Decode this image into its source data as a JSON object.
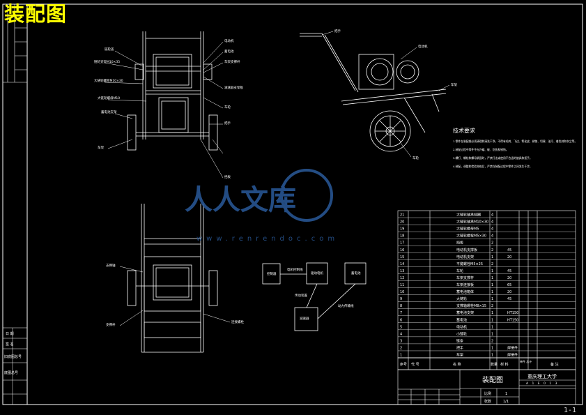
{
  "drawing_title": "装配图",
  "sheet_number": "1-1",
  "watermark": {
    "brand": "人人文库",
    "url": "www.renrendoc.com"
  },
  "technical_requirements": {
    "heading": "技术要求",
    "items": [
      "1.零件在装配前必须清理和清洗干净，不得有毛刺、飞边、氧化皮、锈蚀、切屑、油污、着色剂和灰尘等。",
      "2.装配过程中零件不允许磕、碰、划伤和锈蚀。",
      "3.螺钉、螺栓和螺母紧固时，严禁打击或使用不合适的旋具和扳手。",
      "4.装配，调整和检验合格后，严禁在装配过程中零件之间发生干涉。"
    ]
  },
  "block_diagram": {
    "boxes": [
      "控制器",
      "驱动电机",
      "蓄电池",
      "减速器"
    ],
    "links": [
      "电机控制线",
      "传动装置",
      "动力传输线"
    ]
  },
  "bom": {
    "rows": [
      {
        "no": "21",
        "name": "大链轮轴承挡圈",
        "qty": "4",
        "material": "",
        "note": ""
      },
      {
        "no": "20",
        "name": "大链轮轴承M10×30",
        "qty": "4",
        "material": "",
        "note": ""
      },
      {
        "no": "19",
        "name": "大链轮螺母M5",
        "qty": "4",
        "material": "",
        "note": ""
      },
      {
        "no": "18",
        "name": "大链轮螺栓M5×30",
        "qty": "4",
        "material": "",
        "note": ""
      },
      {
        "no": "17",
        "name": "挡板",
        "qty": "2",
        "material": "",
        "note": ""
      },
      {
        "no": "16",
        "name": "电动机支撑板",
        "qty": "2",
        "material": "45",
        "note": ""
      },
      {
        "no": "15",
        "name": "电动机支架",
        "qty": "1",
        "material": "20",
        "note": ""
      },
      {
        "no": "14",
        "name": "平键螺栓M5×25",
        "qty": "2",
        "material": "",
        "note": ""
      },
      {
        "no": "13",
        "name": "车轮",
        "qty": "1",
        "material": "45",
        "note": ""
      },
      {
        "no": "12",
        "name": "车架支撑杆",
        "qty": "1",
        "material": "20",
        "note": ""
      },
      {
        "no": "11",
        "name": "车架连接板",
        "qty": "1",
        "material": "65",
        "note": ""
      },
      {
        "no": "10",
        "name": "蓄电池箱体",
        "qty": "1",
        "material": "20",
        "note": ""
      },
      {
        "no": "9",
        "name": "大链轮",
        "qty": "1",
        "material": "45",
        "note": ""
      },
      {
        "no": "8",
        "name": "支撑轴螺栓M8×15",
        "qty": "2",
        "material": "",
        "note": ""
      },
      {
        "no": "7",
        "name": "蓄电池支架",
        "qty": "1",
        "material": "HT150",
        "note": ""
      },
      {
        "no": "6",
        "name": "蓄电池",
        "qty": "1",
        "material": "HT150",
        "note": ""
      },
      {
        "no": "5",
        "name": "电动机",
        "qty": "1",
        "material": "",
        "note": ""
      },
      {
        "no": "4",
        "name": "小链轮",
        "qty": "1",
        "material": "",
        "note": ""
      },
      {
        "no": "3",
        "name": "链条",
        "qty": "2",
        "material": "",
        "note": ""
      },
      {
        "no": "2",
        "name": "把手",
        "qty": "1",
        "material": "焊接件",
        "note": ""
      },
      {
        "no": "1",
        "name": "车架",
        "qty": "1",
        "material": "焊接件",
        "note": ""
      }
    ],
    "header": {
      "no": "序号",
      "code": "代  号",
      "name": "名  称",
      "qty": "数量",
      "material": "材  料",
      "weight": "单件 总计",
      "note": "备  注"
    }
  },
  "title_block": {
    "drawing_name": "装配图",
    "school": "重庆理工大学",
    "scale_label": "比例",
    "scale": "1",
    "sheet_label": "张数",
    "sheets": "1/1",
    "code_label": "A 1 E 0 1 3"
  },
  "left_strip_labels": [
    "日  期",
    "签  名",
    "旧底图总号",
    "底图总号"
  ],
  "callouts_top": [
    "链轮盖",
    "链轮支架M10×35",
    "大链轮螺栓M10×30",
    "大链轮螺母M10",
    "蓄电池支架",
    "车架",
    "电动机",
    "蓄电池",
    "车架支撑杆",
    "减速器支架板",
    "车轮",
    "把手",
    "挡板"
  ],
  "callouts_side": [
    "把手",
    "电动机",
    "车架",
    "车轮"
  ],
  "callouts_bottom": [
    "支撑轴",
    "支撑杆",
    "连接螺栓"
  ],
  "colors": {
    "paper": "#000000",
    "line": "#ffffff",
    "title": "#ffff00",
    "watermark": "#2a5a9a"
  }
}
